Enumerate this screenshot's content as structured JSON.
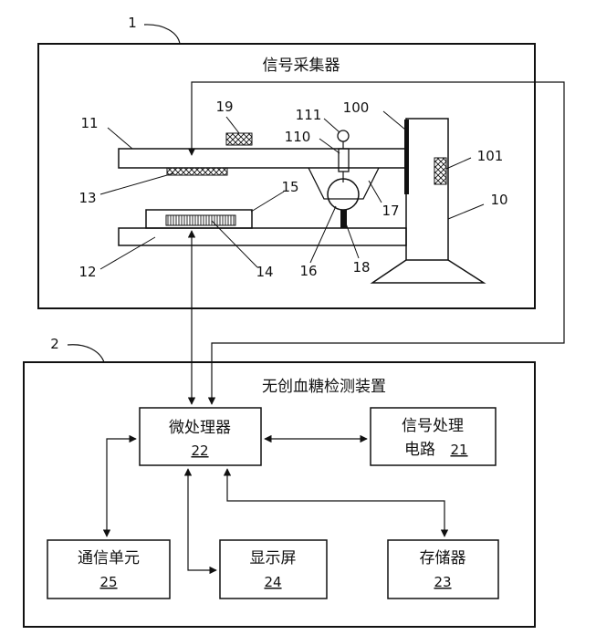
{
  "figure": {
    "flipped_horizontally": true,
    "ref_1": "1",
    "ref_2": "2",
    "collector_title": "信号采集器",
    "device_title": "无创血糖检测装置",
    "parts": {
      "p11": "11",
      "p12": "12",
      "p13": "13",
      "p14": "14",
      "p15": "15",
      "p16": "16",
      "p17": "17",
      "p18": "18",
      "p19": "19",
      "p10": "10",
      "p100": "100",
      "p101": "101",
      "p110": "110",
      "p111": "111"
    },
    "boxes": {
      "microprocessor": {
        "name": "微处理器",
        "num": "22"
      },
      "signal_circuit": {
        "name1": "信号处理",
        "name2": "电路",
        "num": "21"
      },
      "comm_unit": {
        "name": "通信单元",
        "num": "25"
      },
      "display": {
        "name": "显示屏",
        "num": "24"
      },
      "storage": {
        "name": "存储器",
        "num": "23"
      }
    }
  },
  "colors": {
    "line": "#111111",
    "background": "#ffffff"
  }
}
